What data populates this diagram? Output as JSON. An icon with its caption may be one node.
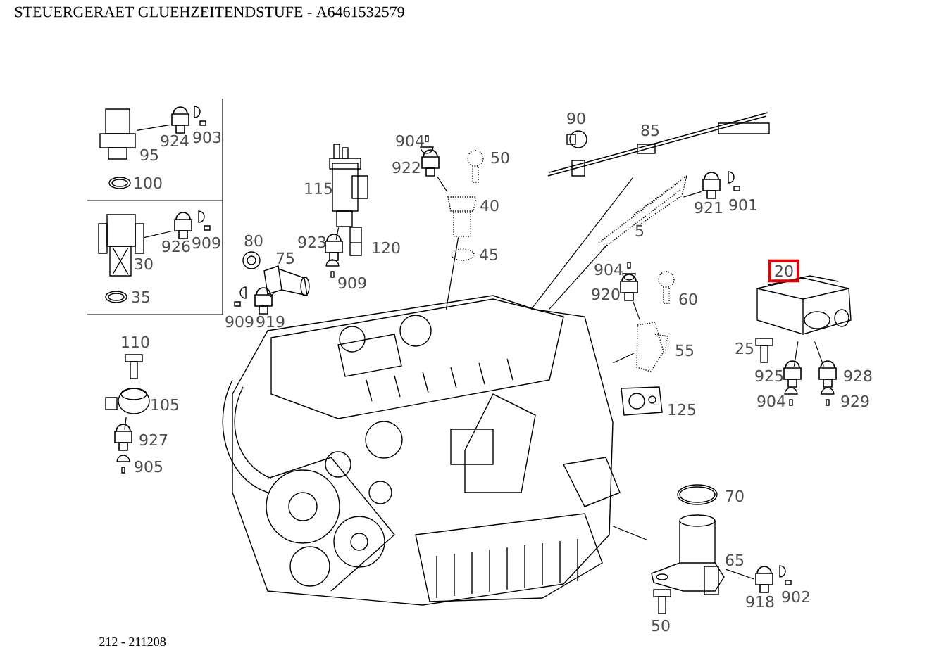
{
  "diagram": {
    "title": "STEUERGERAET GLUEHZEITENDSTUFE - A6461532579",
    "caption": "212 - 211208",
    "nodes": [
      {
        "text": [],
        "shape": "picture"
      },
      {
        "text": [],
        "shape": "picture"
      },
      {
        "text": [],
        "shape": "picture"
      },
      {
        "text": [],
        "shape": "picture"
      },
      {
        "text": [],
        "shape": "picture"
      },
      {
        "text": [],
        "shape": "picture"
      },
      {
        "text": [],
        "shape": "picture"
      },
      {
        "text": [],
        "shape": "picture"
      },
      {
        "text": [],
        "shape": "picture"
      },
      {
        "text": [],
        "shape": "picture"
      },
      {
        "text": [],
        "shape": "picture"
      },
      {
        "text": [],
        "shape": "picture"
      },
      {
        "text": [],
        "shape": "picture"
      },
      {
        "text": [],
        "shape": "picture"
      },
      {
        "text": [],
        "shape": "picture"
      },
      {
        "text": [],
        "shape": "picture"
      },
      {
        "text": [],
        "shape": "picture"
      },
      {
        "text": [],
        "shape": "picture"
      },
      {
        "text": [],
        "shape": "picture"
      },
      {
        "text": [],
        "shape": "picture"
      },
      {
        "text": [],
        "shape": "picture"
      },
      {
        "text": [],
        "shape": "picture"
      },
      {
        "text": [],
        "shape": "picture"
      }
    ],
    "edges": [
      {
        "from": 1,
        "to": 2,
        "arrow": "none"
      },
      {
        "from": 3,
        "to": 4,
        "arrow": "none"
      },
      {
        "from": 5,
        "to": 6,
        "arrow": "none"
      },
      {
        "from": 7,
        "to": 8,
        "arrow": "none"
      },
      {
        "from": 9,
        "to": 10,
        "arrow": "none"
      },
      {
        "from": 10,
        "to": 0,
        "arrow": "none"
      },
      {
        "from": 11,
        "to": 0,
        "arrow": "none"
      },
      {
        "from": 12,
        "to": 0,
        "arrow": "none"
      },
      {
        "from": 12,
        "to": 13,
        "arrow": "none"
      },
      {
        "from": 14,
        "to": 15,
        "arrow": "none"
      },
      {
        "from": 15,
        "to": 0,
        "arrow": "none"
      },
      {
        "from": 16,
        "to": 17,
        "arrow": "none"
      },
      {
        "from": 16,
        "to": 18,
        "arrow": "none"
      },
      {
        "from": 19,
        "to": 20,
        "arrow": "none"
      },
      {
        "from": 21,
        "to": 0,
        "arrow": "none"
      },
      {
        "from": 21,
        "to": 22,
        "arrow": "none"
      }
    ],
    "labels": [
      "924",
      "903",
      "95",
      "100",
      "926",
      "909",
      "30",
      "35",
      "115",
      "923",
      "120",
      "909",
      "80",
      "75",
      "909",
      "919",
      "904",
      "922",
      "50",
      "40",
      "45",
      "90",
      "85",
      "921",
      "901",
      "5",
      "904",
      "920",
      "60",
      "55",
      "125",
      "20",
      "25",
      "925",
      "928",
      "904",
      "929",
      "110",
      "105",
      "927",
      "905",
      "70",
      "65",
      "918",
      "902",
      "50"
    ]
  }
}
